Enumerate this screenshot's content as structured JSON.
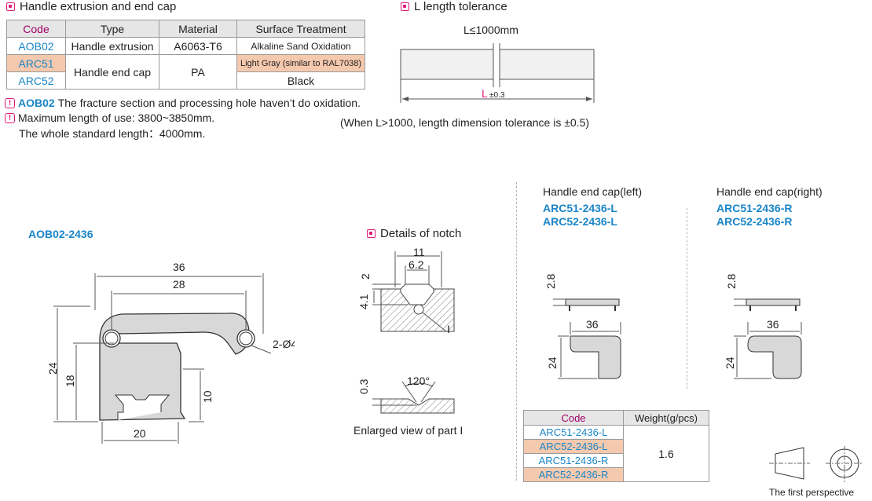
{
  "section1": {
    "title": "Handle extrusion and end cap",
    "headers": [
      "Code",
      "Type",
      "Material",
      "Surface Treatment"
    ],
    "rows": [
      {
        "code": "AOB02",
        "type": "Handle extrusion",
        "material": "A6063-T6",
        "surface": "Alkaline Sand Oxidation"
      },
      {
        "code": "ARC51",
        "type": "Handle end cap",
        "material": "PA",
        "surface": "Light Gray (similar to RAL7038)"
      },
      {
        "code": "ARC52",
        "surface": "Black"
      }
    ]
  },
  "notes": {
    "note1_code": "AOB02",
    "note1_text": "The fracture section and processing hole  haven’t do oxidation.",
    "note2_line1": "Maximum length of use: 3800~3850mm.",
    "note2_line2": "The whole standard length：4000mm."
  },
  "tolerance": {
    "title": "L length tolerance",
    "top_label": "L≤1000mm",
    "bottom_label": "L",
    "bottom_sub": "±0.3",
    "footnote": "(When L>1000, length dimension tolerance is ±0.5)"
  },
  "profile": {
    "title": "AOB02-2436",
    "dims": {
      "d36": "36",
      "d28": "28",
      "hole": "2-Ø4",
      "d24": "24",
      "d18": "18",
      "d10": "10",
      "d20": "20"
    }
  },
  "notch": {
    "title": "Details of notch",
    "dims": {
      "d11": "11",
      "d62": "6.2",
      "d2": "2",
      "d41": "4.1",
      "partI": "I"
    },
    "enlarged_dims": {
      "d03": "0.3",
      "angle": "120°"
    },
    "enlarged_caption": "Enlarged view of part I"
  },
  "endcaps": {
    "left": {
      "heading": "Handle end cap(left)",
      "code1": "ARC51-2436-L",
      "code2": "ARC52-2436-L"
    },
    "right": {
      "heading": "Handle end cap(right)",
      "code1": "ARC51-2436-R",
      "code2": "ARC52-2436-R"
    },
    "dims": {
      "d28": "2.8",
      "d36": "36",
      "d24": "24"
    }
  },
  "weight_table": {
    "headers": [
      "Code",
      "Weight(g/pcs)"
    ],
    "codes": [
      "ARC51-2436-L",
      "ARC52-2436-L",
      "ARC51-2436-R",
      "ARC52-2436-R"
    ],
    "weight": "1.6"
  },
  "projection": {
    "caption": "The first perspective"
  }
}
